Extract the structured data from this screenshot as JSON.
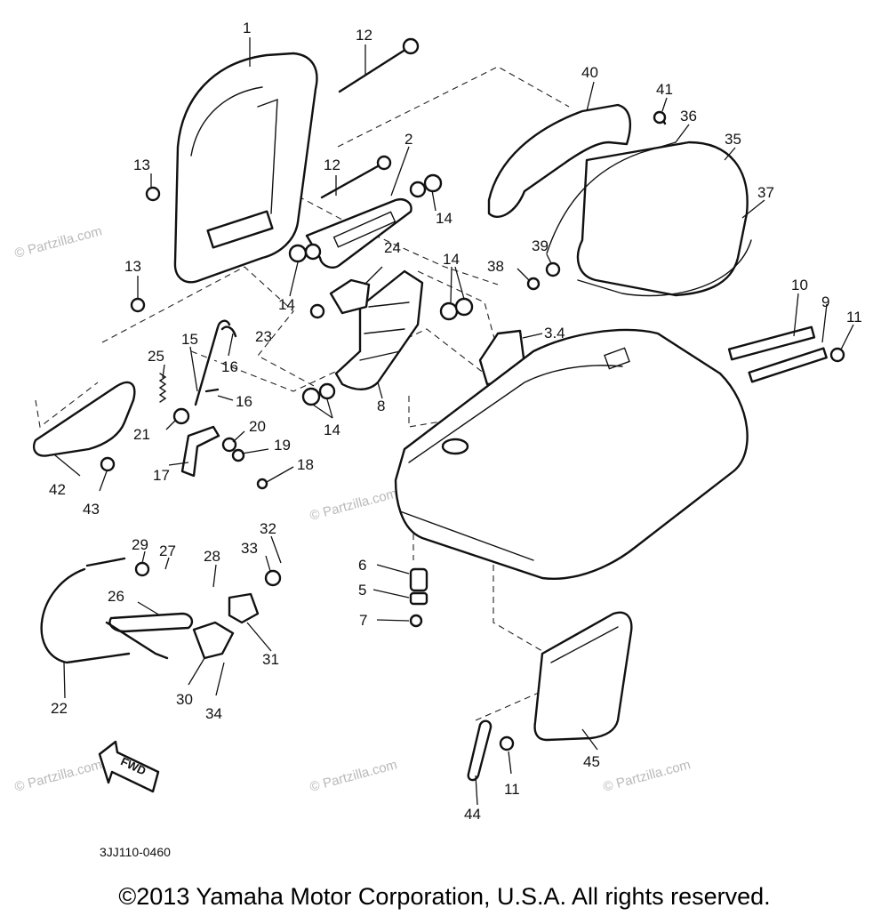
{
  "diagram": {
    "callouts": [
      "1",
      "12",
      "12",
      "13",
      "13",
      "2",
      "14",
      "14",
      "14",
      "14",
      "40",
      "41",
      "36",
      "35",
      "37",
      "24",
      "39",
      "38",
      "3.4",
      "10",
      "9",
      "11",
      "15",
      "16",
      "16",
      "23",
      "25",
      "21",
      "20",
      "19",
      "18",
      "8",
      "42",
      "43",
      "17",
      "6",
      "5",
      "7",
      "32",
      "33",
      "29",
      "27",
      "28",
      "26",
      "31",
      "22",
      "30",
      "34",
      "44",
      "11",
      "45"
    ],
    "fwd_label": "FWD",
    "diagram_code": "3JJ110-0460",
    "watermark_text": "© Partzilla.com"
  },
  "footer": {
    "copyright": "©2013 Yamaha Motor Corporation, U.S.A. All rights reserved."
  }
}
